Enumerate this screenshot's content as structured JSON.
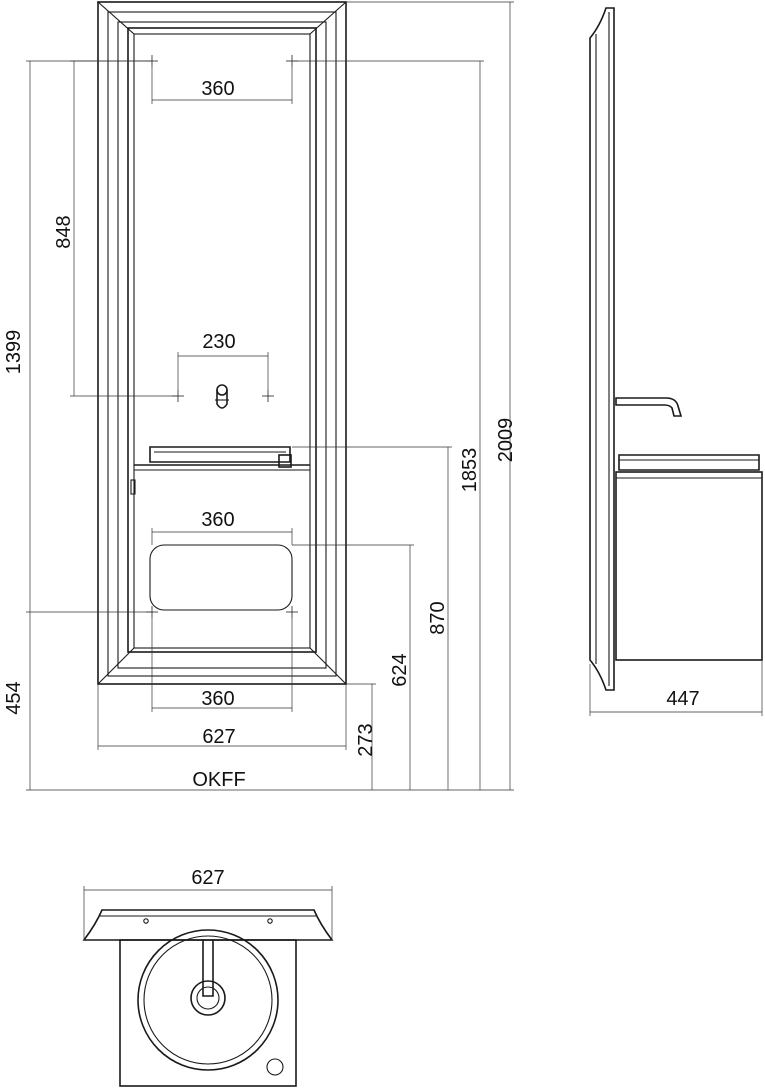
{
  "front_view": {
    "top_spacing": "360",
    "height_848": "848",
    "spout_spacing": "230",
    "height_1399": "1399",
    "height_2009": "2009",
    "height_1853": "1853",
    "mid_spacing": "360",
    "height_870": "870",
    "height_624": "624",
    "bottom_spacing": "360",
    "height_454": "454",
    "width_627": "627",
    "height_273": "273",
    "floor_label": "OKFF"
  },
  "side_view": {
    "depth_447": "447"
  },
  "top_view": {
    "width_627": "627"
  },
  "colors": {
    "line": "#1a1a1a",
    "background": "#ffffff"
  }
}
